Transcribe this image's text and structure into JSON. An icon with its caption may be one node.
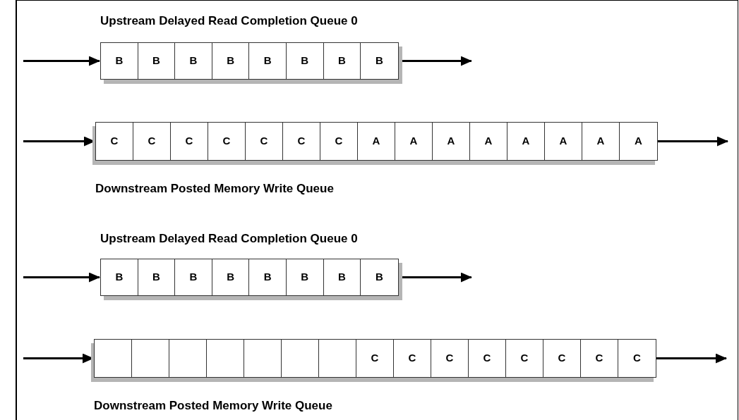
{
  "diagram": {
    "nodes": [
      {
        "text": [
          "Upstream Delayed Read Completion Queue 0"
        ]
      },
      {
        "text": [
          "B"
        ],
        "in": 0
      },
      {
        "text": [
          "B"
        ],
        "in": 0
      },
      {
        "text": [
          "B"
        ],
        "in": 0
      },
      {
        "text": [
          "B"
        ],
        "in": 0
      },
      {
        "text": [
          "B"
        ],
        "in": 0
      },
      {
        "text": [
          "B"
        ],
        "in": 0
      },
      {
        "text": [
          "B"
        ],
        "in": 0
      },
      {
        "text": [
          "B"
        ],
        "in": 0
      },
      {
        "text": [
          "Downstream Posted Memory Write Queue"
        ]
      },
      {
        "text": [
          "C"
        ],
        "in": 9
      },
      {
        "text": [
          "C"
        ],
        "in": 9
      },
      {
        "text": [
          "C"
        ],
        "in": 9
      },
      {
        "text": [
          "C"
        ],
        "in": 9
      },
      {
        "text": [
          "C"
        ],
        "in": 9
      },
      {
        "text": [
          "C"
        ],
        "in": 9
      },
      {
        "text": [
          "C"
        ],
        "in": 9
      },
      {
        "text": [
          "A"
        ],
        "in": 9
      },
      {
        "text": [
          "A"
        ],
        "in": 9
      },
      {
        "text": [
          "A"
        ],
        "in": 9
      },
      {
        "text": [
          "A"
        ],
        "in": 9
      },
      {
        "text": [
          "A"
        ],
        "in": 9
      },
      {
        "text": [
          "A"
        ],
        "in": 9
      },
      {
        "text": [
          "A"
        ],
        "in": 9
      },
      {
        "text": [
          "A"
        ],
        "in": 9
      },
      {
        "text": [
          "Upstream Delayed Read Completion Queue 0"
        ]
      },
      {
        "text": [
          "B"
        ],
        "in": 25
      },
      {
        "text": [
          "B"
        ],
        "in": 25
      },
      {
        "text": [
          "B"
        ],
        "in": 25
      },
      {
        "text": [
          "B"
        ],
        "in": 25
      },
      {
        "text": [
          "B"
        ],
        "in": 25
      },
      {
        "text": [
          "B"
        ],
        "in": 25
      },
      {
        "text": [
          "B"
        ],
        "in": 25
      },
      {
        "text": [
          "B"
        ],
        "in": 25
      },
      {
        "text": [
          "Downstream Posted Memory Write Queue"
        ]
      },
      {
        "text": [],
        "shape": "box",
        "in": 34
      },
      {
        "text": [],
        "shape": "box",
        "in": 34
      },
      {
        "text": [],
        "shape": "box",
        "in": 34
      },
      {
        "text": [],
        "shape": "box",
        "in": 34
      },
      {
        "text": [],
        "shape": "box",
        "in": 34
      },
      {
        "text": [],
        "shape": "box",
        "in": 34
      },
      {
        "text": [],
        "shape": "box",
        "in": 34
      },
      {
        "text": [
          "C"
        ],
        "in": 34
      },
      {
        "text": [
          "C"
        ],
        "in": 34
      },
      {
        "text": [
          "C"
        ],
        "in": 34
      },
      {
        "text": [
          "C"
        ],
        "in": 34
      },
      {
        "text": [
          "C"
        ],
        "in": 34
      },
      {
        "text": [
          "C"
        ],
        "in": 34
      },
      {
        "text": [
          "C"
        ],
        "in": 34
      },
      {
        "text": [
          "C"
        ],
        "in": 34
      }
    ],
    "edges": [
      {
        "from": null,
        "to": 0,
        "arrow": "to"
      },
      {
        "from": 0,
        "to": null,
        "arrow": "to"
      },
      {
        "from": null,
        "to": 9,
        "arrow": "to"
      },
      {
        "from": 9,
        "to": null,
        "arrow": "to"
      },
      {
        "from": null,
        "to": 25,
        "arrow": "to"
      },
      {
        "from": 25,
        "to": null,
        "arrow": "to"
      },
      {
        "from": null,
        "to": 34,
        "arrow": "to"
      },
      {
        "from": 34,
        "to": null,
        "arrow": "to"
      }
    ]
  }
}
